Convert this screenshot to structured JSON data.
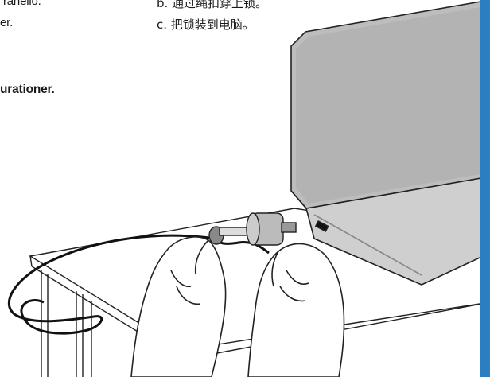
{
  "left_text": {
    "line1": "ranello.",
    "line2": "er.",
    "line3": "urationer."
  },
  "cn_text": {
    "line_b": "b. 通过绳扣穿上锁。",
    "line_c": "c. 把锁装到电脑。"
  },
  "colors": {
    "accent": "#2b7fc1",
    "laptop_fill": "#c8c8c8",
    "laptop_screen_fill": "#b5b5b5",
    "outline": "#222222"
  },
  "illustration": {
    "name": "laptop-cable-lock-illustration"
  }
}
